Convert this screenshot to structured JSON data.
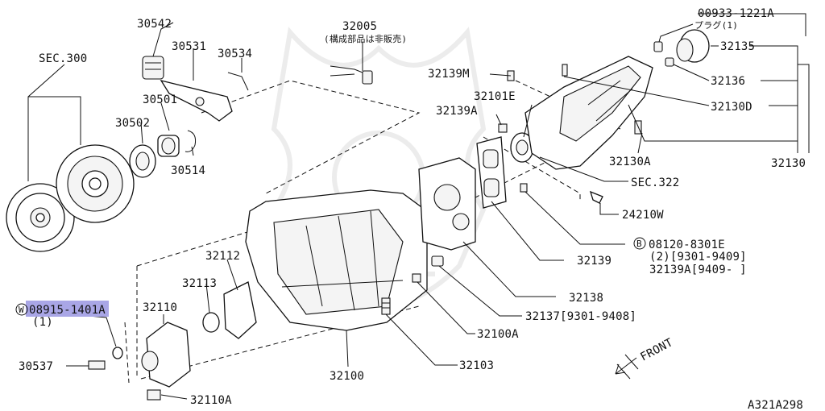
{
  "diagram": {
    "callouts": {
      "sec300": "SEC.300",
      "p30542": "30542",
      "p30531": "30531",
      "p30534": "30534",
      "p30501": "30501",
      "p30502": "30502",
      "p30514": "30514",
      "p32005": "32005",
      "p32005_note": "(構成部品は非販売)",
      "p00933": "00933-1221A",
      "p00933_note": "プラグ(1)",
      "p32135": "32135",
      "p32136": "32136",
      "p32130D": "32130D",
      "p32130": "32130",
      "p32139M": "32139M",
      "p32101E": "32101E",
      "p32139A": "32139A",
      "p32130A": "32130A",
      "sec322": "SEC.322",
      "p24210W": "24210W",
      "p08120_code": "08120-8301E",
      "p08120_line2": "(2)[9301-9409]",
      "p08120_line3": "32139A[9409-    ]",
      "p32139": "32139",
      "p32138": "32138",
      "p32137": "32137[9301-9408]",
      "p32100A": "32100A",
      "p32103": "32103",
      "p32100": "32100",
      "p32112": "32112",
      "p32113": "32113",
      "p32110": "32110",
      "p08915_code": "08915-1401A",
      "p08915_qty": "(1)",
      "p30537": "30537",
      "p32110A": "32110A",
      "front": "FRONT",
      "diagram_id": "A321A298"
    },
    "symbols": {
      "bolt_prefix": "B",
      "washer_prefix": "W"
    },
    "highlight": {
      "target": "08915-1401A",
      "color": "#a9a6e6"
    }
  }
}
